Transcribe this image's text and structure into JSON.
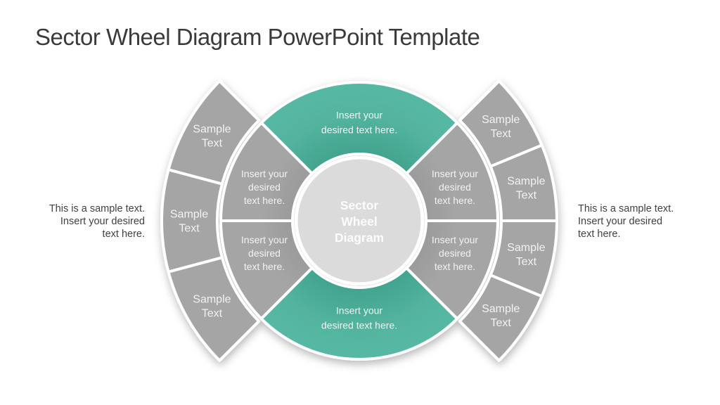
{
  "title": "Sector Wheel Diagram PowerPoint Template",
  "colors": {
    "teal": "#52B39E",
    "teal_inner_shade": "#41A38D",
    "teal_outer": "#58BAA5",
    "gray": "#A5A5A5",
    "gray_inner_shade": "#9A9A9A",
    "center_fill": "#DBDBDB",
    "divider_white": "#FFFFFF",
    "label_text": "#F2F2F2",
    "center_text": "#FCFCFC",
    "title_text": "#3A3A3A",
    "side_text": "#414141"
  },
  "side_text_left": {
    "lines": [
      "This is a sample text.",
      "Insert your desired",
      "text here."
    ]
  },
  "side_text_right": {
    "lines": [
      "This is a sample text.",
      "Insert your desired",
      "text here."
    ]
  },
  "wheel": {
    "center": {
      "lines": [
        "Sector",
        "Wheel",
        "Diagram"
      ]
    },
    "inner_sectors": [
      {
        "id": "top",
        "color": "teal",
        "lines": [
          "Insert your",
          "desired text here."
        ]
      },
      {
        "id": "upper-left",
        "color": "gray",
        "lines": [
          "Insert your",
          "desired",
          "text here."
        ]
      },
      {
        "id": "lower-left",
        "color": "gray",
        "lines": [
          "Insert your",
          "desired",
          "text here."
        ]
      },
      {
        "id": "bottom",
        "color": "teal",
        "lines": [
          "Insert your",
          "desired text here."
        ]
      },
      {
        "id": "upper-right",
        "color": "gray",
        "lines": [
          "Insert your",
          "desired",
          "text here."
        ]
      },
      {
        "id": "lower-right",
        "color": "gray",
        "lines": [
          "Insert your",
          "desired",
          "text here."
        ]
      }
    ],
    "outer_sectors_left": [
      {
        "lines": [
          "Sample",
          "Text"
        ]
      },
      {
        "lines": [
          "Sample",
          "Text"
        ]
      },
      {
        "lines": [
          "Sample",
          "Text"
        ]
      }
    ],
    "outer_sectors_right": [
      {
        "lines": [
          "Sample",
          "Text"
        ]
      },
      {
        "lines": [
          "Sample",
          "Text"
        ]
      },
      {
        "lines": [
          "Sample",
          "Text"
        ]
      },
      {
        "lines": [
          "Sample",
          "Text"
        ]
      }
    ]
  }
}
